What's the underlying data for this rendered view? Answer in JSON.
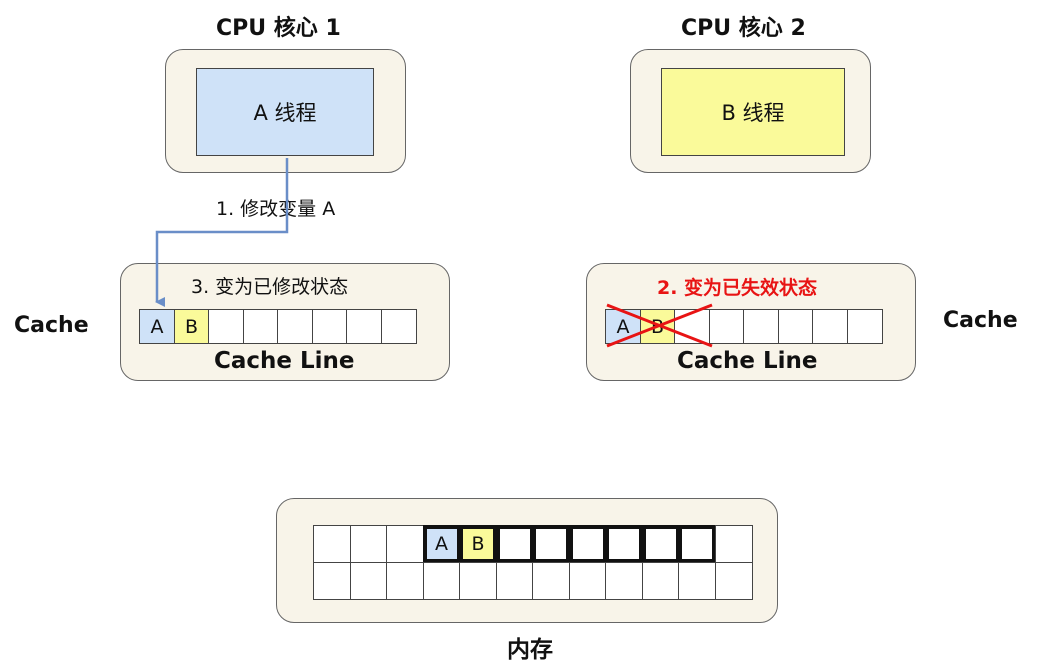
{
  "core1": {
    "title": "CPU 核心 1",
    "thread_label": "A 线程",
    "thread_color": "#cfe2f8"
  },
  "core2": {
    "title": "CPU 核心 2",
    "thread_label": "B 线程",
    "thread_color": "#fafa9a"
  },
  "step1_label": "1. 修改变量 A",
  "cache1": {
    "side_label": "Cache",
    "status_label": "3. 变为已修改状态",
    "line_label": "Cache Line",
    "cells": [
      "A",
      "B",
      "",
      "",
      "",
      "",
      "",
      ""
    ]
  },
  "cache2": {
    "side_label": "Cache",
    "status_label": "2. 变为已失效状态",
    "status_color": "#e81414",
    "line_label": "Cache Line",
    "cells": [
      "A",
      "B",
      "",
      "",
      "",
      "",
      "",
      ""
    ],
    "cross_color": "#e81414"
  },
  "memory": {
    "label": "内存",
    "row1": [
      "",
      "",
      "",
      "A",
      "B",
      "",
      "",
      "",
      "",
      "",
      "",
      ""
    ],
    "row2": [
      "",
      "",
      "",
      "",
      "",
      "",
      "",
      "",
      "",
      "",
      "",
      ""
    ]
  },
  "colors": {
    "panel_bg": "#f8f4e9",
    "arrow": "#6a8ec8",
    "var_a": "#cfe2f8",
    "var_b": "#fafa9a"
  }
}
